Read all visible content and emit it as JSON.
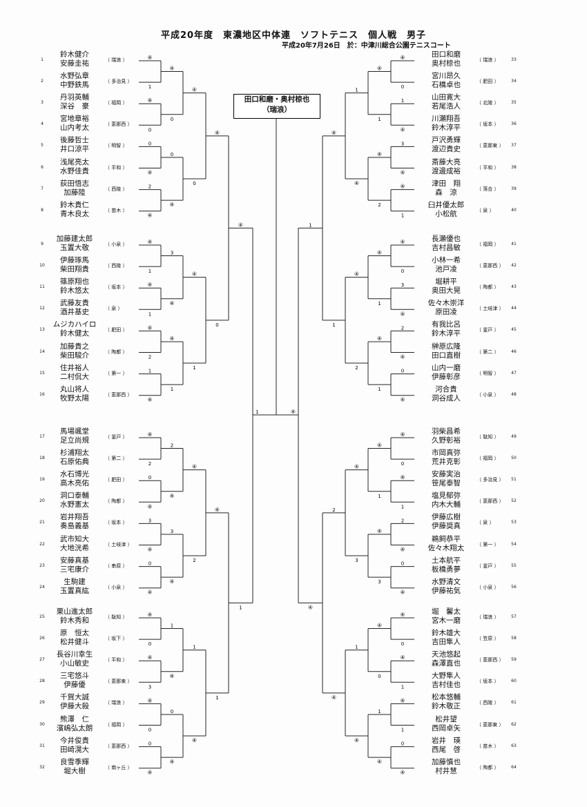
{
  "header": {
    "title": "平成20年度　東濃地区中体連　ソフトテニス　個人戦　男子",
    "subtitle": "平成20年7月26日　於：中津川総合公園テニスコート"
  },
  "champion": {
    "line1": "田口和磨・奥村椋也",
    "line2": "（瑞浪）"
  },
  "winner_mark": "④",
  "entries": [
    {
      "num": "1",
      "p1": "鈴木健介",
      "p2": "安藤圭祐",
      "team": "瑞浪"
    },
    {
      "num": "2",
      "p1": "水野弘章",
      "p2": "中野鉄馬",
      "team": "多治見"
    },
    {
      "num": "3",
      "p1": "丹羽英輔",
      "p2": "深谷　豪",
      "team": "福岡"
    },
    {
      "num": "4",
      "p1": "宮地章裕",
      "p2": "山内考太",
      "team": "恵那西"
    },
    {
      "num": "5",
      "p1": "後藤哲士",
      "p2": "井口涼平",
      "team": "明智"
    },
    {
      "num": "6",
      "p1": "浅尾亮太",
      "p2": "水野佳貴",
      "team": "平和"
    },
    {
      "num": "7",
      "p1": "荻田悟志",
      "p2": "加藤陸",
      "team": "西陵"
    },
    {
      "num": "8",
      "p1": "鈴木貴仁",
      "p2": "青木良太",
      "team": "苗木"
    },
    {
      "num": "9",
      "p1": "加藤建太郎",
      "p2": "玉置大敬",
      "team": "小泉"
    },
    {
      "num": "10",
      "p1": "伊藤琢馬",
      "p2": "柴田翔貴",
      "team": "西陵"
    },
    {
      "num": "11",
      "p1": "篠原翔也",
      "p2": "鈴木悠太",
      "team": "坂本"
    },
    {
      "num": "12",
      "p1": "武藤友貴",
      "p2": "酒井基史",
      "team": "泉"
    },
    {
      "num": "13",
      "p1": "ムジカハイロ",
      "p2": "鈴木健太",
      "team": "肥田"
    },
    {
      "num": "14",
      "p1": "加藤貴之",
      "p2": "柴田駿介",
      "team": "陶都"
    },
    {
      "num": "15",
      "p1": "住井裕人",
      "p2": "二村侃大",
      "team": "第一"
    },
    {
      "num": "16",
      "p1": "丸山将人",
      "p2": "牧野太陽",
      "team": "恵那西"
    },
    {
      "num": "17",
      "p1": "馬場颯堂",
      "p2": "足立尚規",
      "team": "釜戸"
    },
    {
      "num": "18",
      "p1": "杉浦翔太",
      "p2": "石原佑典",
      "team": "第二"
    },
    {
      "num": "19",
      "p1": "水石博光",
      "p2": "高木亮佑",
      "team": "肥田"
    },
    {
      "num": "20",
      "p1": "洞口泰輔",
      "p2": "水野憲太",
      "team": "陶都"
    },
    {
      "num": "21",
      "p1": "岩井翔吾",
      "p2": "奏島義基",
      "team": "坂本"
    },
    {
      "num": "22",
      "p1": "武市知大",
      "p2": "大地洸希",
      "team": "土岐津"
    },
    {
      "num": "23",
      "p1": "安藤真基",
      "p2": "三宅康介",
      "team": "串原"
    },
    {
      "num": "24",
      "p1": "生駒建",
      "p2": "玉置真紘",
      "team": "小泉"
    },
    {
      "num": "25",
      "p1": "栗山進太郎",
      "p2": "鈴木秀和",
      "team": "駄知"
    },
    {
      "num": "26",
      "p1": "原　恒太",
      "p2": "松井健斗",
      "team": "坂下"
    },
    {
      "num": "27",
      "p1": "長谷川幸生",
      "p2": "小山敏史",
      "team": "平和"
    },
    {
      "num": "28",
      "p1": "三宅悠斗",
      "p2": "伊藤優",
      "team": "恵那東"
    },
    {
      "num": "29",
      "p1": "千賀大誠",
      "p2": "伊藤大殺",
      "team": "瑞浪"
    },
    {
      "num": "30",
      "p1": "熊澤　仁",
      "p2": "濱嶋弘太朗",
      "team": "福岡"
    },
    {
      "num": "31",
      "p1": "今井俊貴",
      "p2": "田崎滉大",
      "team": "恵那西"
    },
    {
      "num": "32",
      "p1": "良雪季輝",
      "p2": "堀大樹",
      "team": "南ヶ丘"
    },
    {
      "num": "33",
      "p1": "田口和磨",
      "p2": "奥村椋也",
      "team": "瑞浪"
    },
    {
      "num": "34",
      "p1": "宮川昂久",
      "p2": "石橋卓也",
      "team": "肥田"
    },
    {
      "num": "35",
      "p1": "山田寛大",
      "p2": "若尾浩人",
      "team": "北陵"
    },
    {
      "num": "36",
      "p1": "川瀬翔吾",
      "p2": "鈴木淳平",
      "team": "坂本"
    },
    {
      "num": "37",
      "p1": "戸沢勇輝",
      "p2": "渡辺貴史",
      "team": "恵那東"
    },
    {
      "num": "38",
      "p1": "斎藤大亮",
      "p2": "渡邊成裕",
      "team": "平和"
    },
    {
      "num": "39",
      "p1": "津田　翔",
      "p2": "森　涼",
      "team": "落合"
    },
    {
      "num": "40",
      "p1": "臼井優太郎",
      "p2": "小松航",
      "team": "泉"
    },
    {
      "num": "41",
      "p1": "長瀬優也",
      "p2": "吉村昌敏",
      "team": "福岡"
    },
    {
      "num": "42",
      "p1": "小林一希",
      "p2": "池戸凌",
      "team": "恵那西"
    },
    {
      "num": "43",
      "p1": "堀耕平",
      "p2": "奥田大晃",
      "team": "陶都"
    },
    {
      "num": "44",
      "p1": "佐々木崇洋",
      "p2": "原田凌",
      "team": "土岐津"
    },
    {
      "num": "45",
      "p1": "有我比呂",
      "p2": "鈴木淳平",
      "team": "釜戸"
    },
    {
      "num": "46",
      "p1": "榊原広隆",
      "p2": "田口直樹",
      "team": "第二"
    },
    {
      "num": "47",
      "p1": "山内一磨",
      "p2": "伊藤彰彦",
      "team": "明智"
    },
    {
      "num": "48",
      "p1": "河合貴",
      "p2": "洞谷成人",
      "team": "小泉"
    },
    {
      "num": "49",
      "p1": "羽柴昌希",
      "p2": "久野彰裕",
      "team": "駄知"
    },
    {
      "num": "50",
      "p1": "市岡真弥",
      "p2": "荒井克彰",
      "team": "福岡"
    },
    {
      "num": "51",
      "p1": "安藤実治",
      "p2": "笹尾泰智",
      "team": "多治見"
    },
    {
      "num": "52",
      "p1": "塩見郁弥",
      "p2": "内木大輔",
      "team": "恵那西"
    },
    {
      "num": "53",
      "p1": "伊藤広樹",
      "p2": "伊藤奨真",
      "team": "泉"
    },
    {
      "num": "54",
      "p1": "鵜飼恭平",
      "p2": "佐々木翔太",
      "team": "第一"
    },
    {
      "num": "55",
      "p1": "土本航平",
      "p2": "板橋勇夢",
      "team": "釜戸"
    },
    {
      "num": "56",
      "p1": "水野清文",
      "p2": "伊藤祐気",
      "team": "小泉"
    },
    {
      "num": "57",
      "p1": "堀　馨太",
      "p2": "宮木一磨",
      "team": "瑞浪"
    },
    {
      "num": "58",
      "p1": "鈴木雄大",
      "p2": "吉田隼人",
      "team": "笠原"
    },
    {
      "num": "59",
      "p1": "天池悠起",
      "p2": "森澤直也",
      "team": "恵那西"
    },
    {
      "num": "60",
      "p1": "大野隼人",
      "p2": "吉村佳也",
      "team": "坂本"
    },
    {
      "num": "61",
      "p1": "松本悠輔",
      "p2": "鈴木敬正",
      "team": "西陵"
    },
    {
      "num": "62",
      "p1": "松井望",
      "p2": "西岡卓矢",
      "team": "恵那東"
    },
    {
      "num": "63",
      "p1": "岩井　瑛",
      "p2": "西尾　啓",
      "team": "苗木"
    },
    {
      "num": "64",
      "p1": "加藤慎也",
      "p2": "村井慧",
      "team": "陶都"
    }
  ],
  "r1_scores": [
    "4",
    "1",
    "4",
    "0",
    "0",
    "4",
    "2",
    "4",
    "4",
    "1",
    "4",
    "1",
    "4",
    "2",
    "1",
    "4",
    "4",
    "2",
    "0",
    "4",
    "3",
    "4",
    "0",
    "4",
    "4",
    "0",
    "4",
    "3",
    "4",
    "0",
    "0",
    "4",
    "4",
    "0",
    "1",
    "4",
    "3",
    "4",
    "4",
    "1",
    "4",
    "0",
    "3",
    "4",
    "2",
    "4",
    "0",
    "4",
    "4",
    "0",
    "4",
    "1",
    "2",
    "4",
    "0",
    "4",
    "4",
    "0",
    "4",
    "1",
    "4",
    "1",
    "0",
    "4"
  ],
  "r2_scores": [
    "4",
    "0",
    "0",
    "4",
    "3",
    "4",
    "4",
    "1",
    "2",
    "4",
    "3",
    "4",
    "1",
    "4",
    "0",
    "4",
    "4",
    "1",
    "4",
    "2",
    "4",
    "1",
    "4",
    "1",
    "4",
    "1",
    "4",
    "3",
    "4",
    "0",
    "1",
    "4"
  ],
  "r3_scores": [
    "4",
    "0",
    "4",
    "1",
    "4",
    "2",
    "1",
    "4",
    "1",
    "4",
    "4",
    "2",
    "4",
    "3",
    "1",
    "4"
  ],
  "r4_scores": [
    "4",
    "0",
    "4",
    "1",
    "4",
    "1",
    "2",
    "4"
  ],
  "r5_scores": [
    "4",
    "1",
    "1",
    "4"
  ],
  "final_scores": [
    "1",
    "4"
  ]
}
